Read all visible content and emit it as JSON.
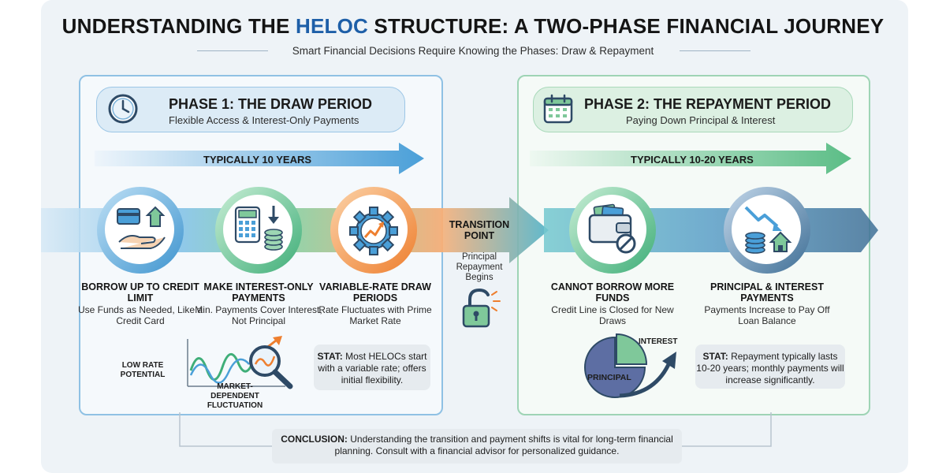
{
  "header": {
    "title_part1": "UNDERSTANDING THE ",
    "title_highlight": "HELOC",
    "title_part2": " STRUCTURE: A TWO-PHASE FINANCIAL JOURNEY",
    "subtitle": "Smart Financial Decisions Require Knowing the Phases: Draw & Repayment"
  },
  "phase1": {
    "title": "PHASE 1: THE DRAW PERIOD",
    "subtitle": "Flexible Access & Interest-Only Payments",
    "duration": "TYPICALLY 10 YEARS",
    "icon": "clock-icon",
    "steps": [
      {
        "title": "BORROW UP TO CREDIT LIMIT",
        "desc": "Use Funds as Needed, Like a Credit Card",
        "icon": "card-hand-house-icon"
      },
      {
        "title": "MAKE INTEREST-ONLY PAYMENTS",
        "desc": "Min. Payments Cover Interest, Not Principal",
        "icon": "calculator-coins-icon"
      },
      {
        "title": "VARIABLE-RATE DRAW PERIODS",
        "desc": "Rate Fluctuates with Prime Market Rate",
        "icon": "gear-chart-icon"
      }
    ],
    "chart_label_low": "LOW RATE POTENTIAL",
    "chart_label_market": "MARKET-DEPENDENT FLUCTUATION",
    "stat_label": "STAT:",
    "stat_text": " Most HELOCs start with a variable rate; offers initial flexibility."
  },
  "transition": {
    "title": "TRANSITION POINT",
    "desc": "Principal Repayment Begins",
    "icon": "padlock-icon"
  },
  "phase2": {
    "title": "PHASE 2: THE REPAYMENT PERIOD",
    "subtitle": "Paying Down Principal & Interest",
    "duration": "TYPICALLY 10-20 YEARS",
    "icon": "calendar-icon",
    "steps": [
      {
        "title": "CANNOT BORROW MORE FUNDS",
        "desc": "Credit Line is Closed for New Draws",
        "icon": "wallet-blocked-icon"
      },
      {
        "title": "PRINCIPAL & INTEREST PAYMENTS",
        "desc": "Payments Increase to Pay Off Loan Balance",
        "icon": "coins-house-down-icon"
      }
    ],
    "pie_label_interest": "INTEREST",
    "pie_label_principal": "PRINCIPAL",
    "stat_label": "STAT:",
    "stat_text": " Repayment typically lasts 10-20 years; monthly payments will increase significantly."
  },
  "conclusion": {
    "label": "CONCLUSION:",
    "text": " Understanding the transition and payment shifts is vital for long-term financial planning. Consult with a financial advisor for personalized guidance."
  },
  "colors": {
    "blue": "#1e5fa8",
    "light_blue": "#8fc1e4",
    "green": "#3fae78",
    "orange": "#f08a3a",
    "teal": "#3a9fb8",
    "slate": "#2e4a66"
  }
}
